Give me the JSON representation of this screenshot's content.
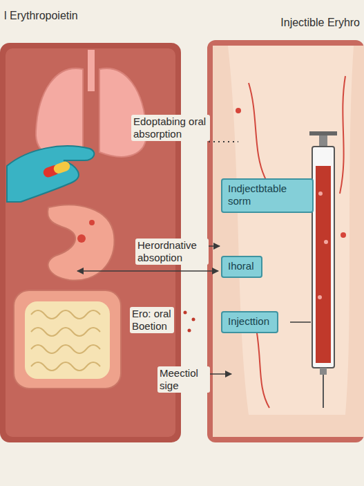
{
  "diagram": {
    "nodes": [
      {
        "text": [
          "l Erythropoietin"
        ]
      },
      {
        "text": [
          "Injectible Eryhro"
        ]
      },
      {
        "text": [
          "Indjectbtable sorm"
        ],
        "in": 1
      },
      {
        "text": [
          "Ihoral"
        ],
        "in": 1
      },
      {
        "text": [
          "Injecttion"
        ],
        "in": 1
      }
    ],
    "labels": [
      "Edoptabing oral absorption",
      "Herordnative absoption",
      "Ero: oral Boetion",
      "Meectiol sige"
    ]
  }
}
